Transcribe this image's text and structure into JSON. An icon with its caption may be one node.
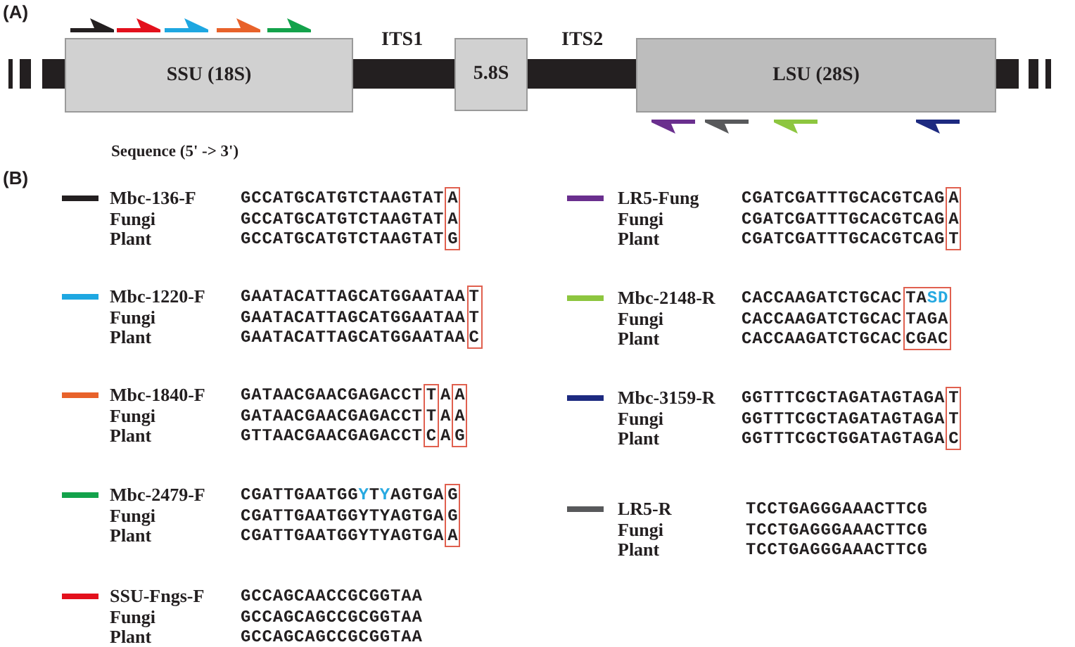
{
  "diagram": {
    "nodes": [
      {
        "text": [
          "SSU (18S)"
        ]
      },
      {
        "text": [
          "5.8S"
        ]
      },
      {
        "text": [
          "LSU (28S)"
        ]
      }
    ],
    "labels": [
      "(A)",
      "ITS1",
      "ITS2",
      "Sequence (5' -> 3')",
      "(B)",
      "GCCATGCATGTCTAAGTATA",
      "Fungi",
      "GCCATGCATGTCTAAGTATA",
      "Plant",
      "GCCATGCATGTCTAAGTATG",
      "GAATACATTAGCATGGAATAAT",
      "Fungi",
      "GAATACATTAGCATGGAATAAT",
      "Plant",
      "GAATACATTAGCATGGAATAAC",
      "GATAACGAACGAGACCTTAA",
      "Fungi",
      "GATAACGAACGAGACCTTAA",
      "Plant",
      "GTTAACGAACGAGACCTCAG",
      "CGATTGAATGGYTYAGTGAG",
      "Fungi",
      "CGATTGAATGGYTYAGTGAG",
      "Plant",
      "CGATTGAATGGYTYAGTGAA",
      "GCCAGCAACCGCGGTAA",
      "Fungi",
      "GCCAGCAGCCGCGGTAA",
      "Plant",
      "GCCAGCAGCCGCGGTAA",
      "CGATCGATTTGCACGTCAGA",
      "Fungi",
      "CGATCGATTTGCACGTCAGA",
      "Plant",
      "CGATCGATTTGCACGTCAGT",
      "CACCAAGATCTGCACTASD",
      "Fungi",
      "CACCAAGATCTGCACTAGA",
      "Plant",
      "CACCAAGATCTGCACCGAC",
      "GGTTTCGCTAGATAGTAGAT",
      "Fungi",
      "GGTTTCGCTAGATAGTAGAT",
      "Plant",
      "GGTTTCGCTGGATAGTAGAC",
      "TCCTGAGGGAAACTTCG",
      "Fungi",
      "TCCTGAGGGAAACTTCG",
      "Plant",
      "TCCTGAGGGAAACTTCG"
    ],
    "legend": [
      {
        "text": "Mbc-136-F",
        "color": "#231f20"
      },
      {
        "text": "Mbc-1220-F",
        "color": "#1ea7e1"
      },
      {
        "text": "Mbc-1840-F",
        "color": "#e8622a"
      },
      {
        "text": "Mbc-2479-F",
        "color": "#13a24b"
      },
      {
        "text": "SSU-Fngs-F",
        "color": "#e3101c"
      },
      {
        "text": "LR5-Fung",
        "color": "#6a2f8e"
      },
      {
        "text": "Mbc-2148-R",
        "color": "#8dc63f"
      },
      {
        "text": "Mbc-3159-R",
        "color": "#1d2a80"
      },
      {
        "text": "LR5-R",
        "color": "#58595b"
      }
    ]
  }
}
